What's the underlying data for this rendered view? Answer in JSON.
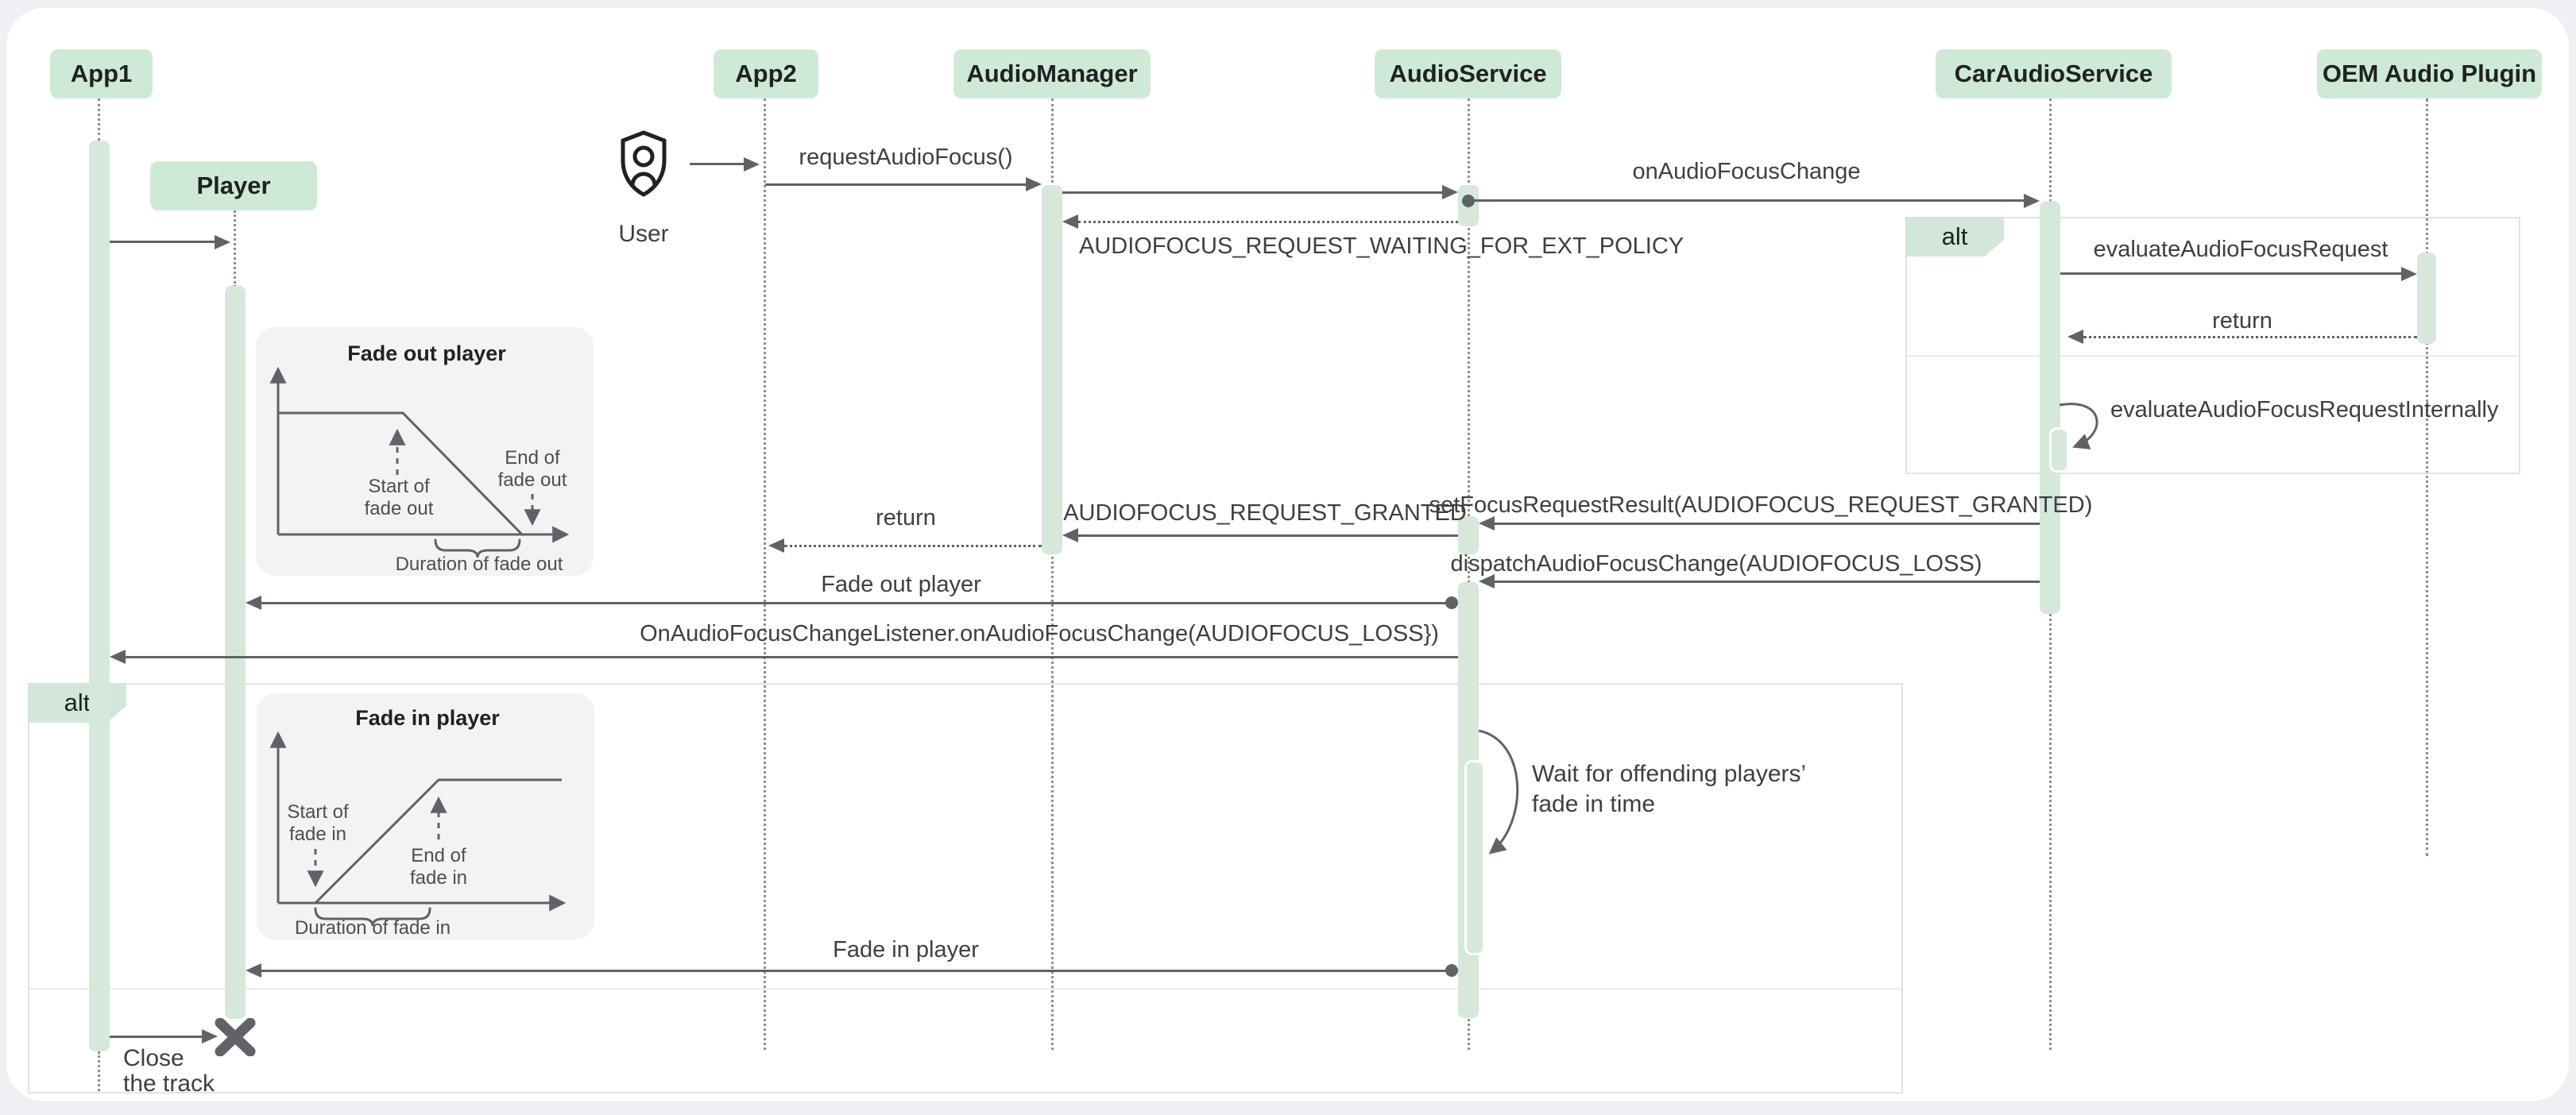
{
  "diagram": {
    "participants": [
      {
        "id": "app1",
        "label": "App1"
      },
      {
        "id": "player",
        "label": "Player"
      },
      {
        "id": "app2",
        "label": "App2"
      },
      {
        "id": "audiomanager",
        "label": "AudioManager"
      },
      {
        "id": "audioservice",
        "label": "AudioService"
      },
      {
        "id": "caraudioservice",
        "label": "CarAudioService"
      },
      {
        "id": "oem_audio_plugin",
        "label": "OEM Audio Plugin"
      }
    ],
    "actor": {
      "label": "User"
    },
    "fragments": {
      "right_alt": "alt",
      "left_alt": "alt"
    },
    "messages": {
      "request": "requestAudioFocus()",
      "on_audio_focus_change": "onAudioFocusChange",
      "waiting": "AUDIOFOCUS_REQUEST_WAITING_FOR_EXT_POLICY",
      "evaluate": "evaluateAudioFocusRequest",
      "return_oem": "return",
      "evaluate_internally": "evaluateAudioFocusRequestInternally",
      "set_focus_result": "setFocusRequestResult(AUDIOFOCUS_REQUEST_GRANTED)",
      "granted": "AUDIOFOCUS_REQUEST_GRANTED",
      "return_manager": "return",
      "dispatch": "dispatchAudioFocusChange(AUDIOFOCUS_LOSS)",
      "fade_out_player": "Fade out player",
      "listener_callback": "OnAudioFocusChangeListener.onAudioFocusChange(AUDIOFOCUS_LOSS})",
      "wait_line1": "Wait for offending players’",
      "wait_line2": "fade in time",
      "fade_in_player": "Fade in player",
      "close_line1": "Close",
      "close_line2": "the track"
    },
    "fade_out_chart": {
      "title": "Fade out player",
      "start_line1": "Start of",
      "start_line2": "fade out",
      "end_line1": "End of",
      "end_line2": "fade out",
      "duration": "Duration of fade out"
    },
    "fade_in_chart": {
      "title": "Fade in player",
      "start_line1": "Start of",
      "start_line2": "fade in",
      "end_line1": "End of",
      "end_line2": "fade in",
      "duration": "Duration of fade in"
    },
    "colors": {
      "participant_fill": "#ceead6",
      "activation_fill": "#d5e8da",
      "tab_fill": "#d2e7d9",
      "arrow": "#5f6368",
      "lifeline": "#8a9096",
      "frame_border": "#e0e3e7",
      "divider": "#e9ebee",
      "text_dark": "#202124",
      "message_text": "#3c4043",
      "chart_bg": "#f1f3f4",
      "chart_text": "#4a4f54",
      "page_bg": "#eef0f3",
      "card_bg": "#ffffff"
    }
  }
}
